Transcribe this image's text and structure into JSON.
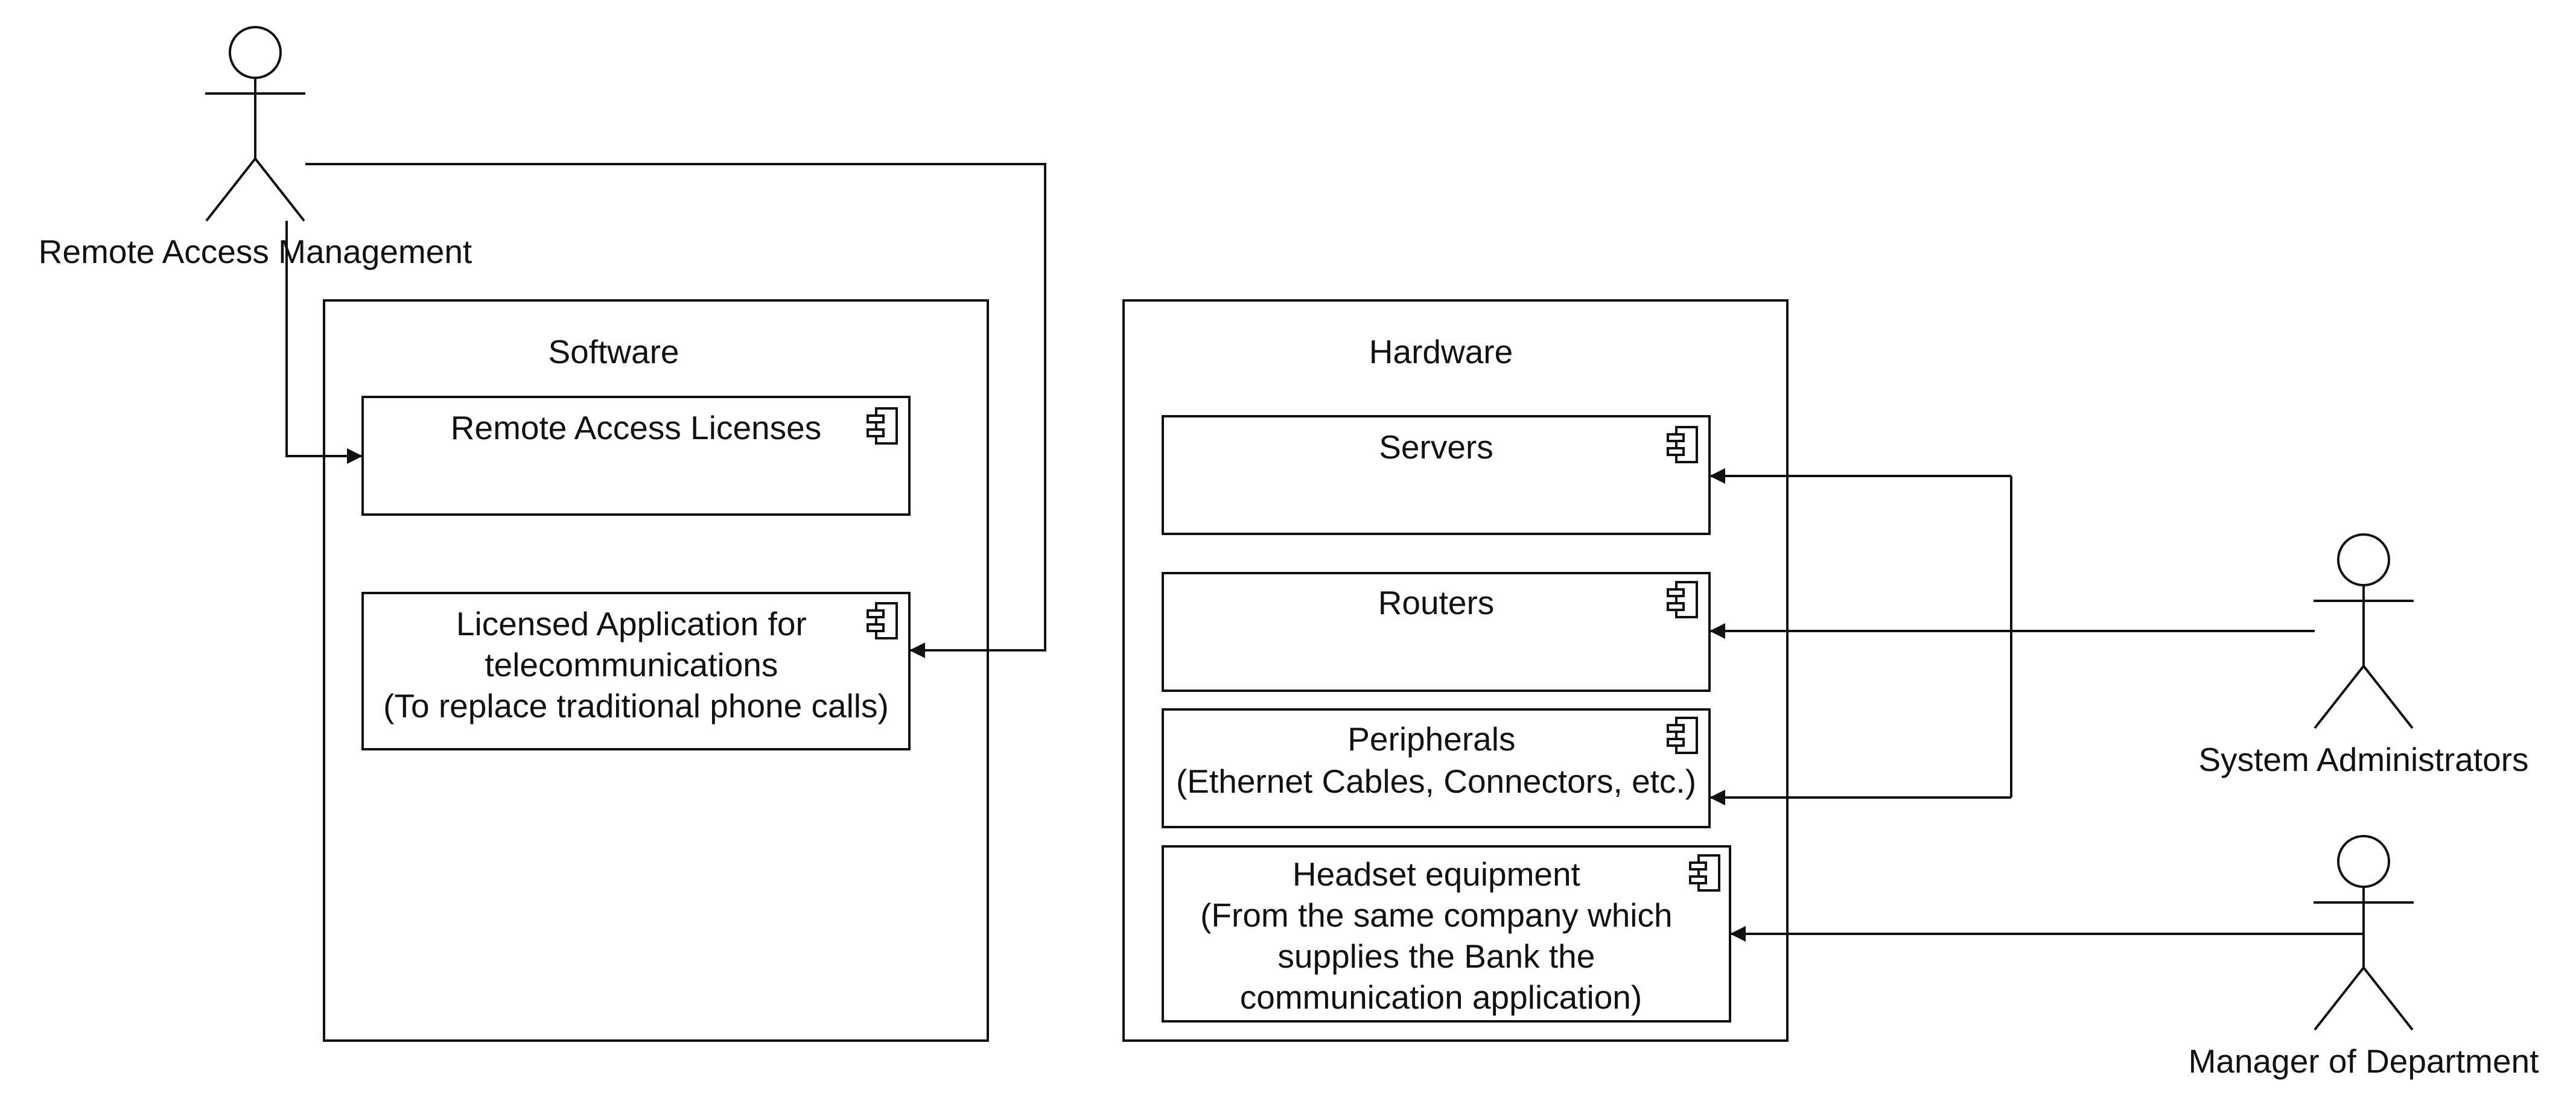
{
  "actors": {
    "remote_access": {
      "label": "Remote Access Management"
    },
    "sysadmins": {
      "label": "System Administrators"
    },
    "manager": {
      "label": "Manager of Department"
    }
  },
  "software": {
    "title": "Software",
    "components": [
      {
        "lines": [
          "Remote Access Licenses"
        ]
      },
      {
        "lines": [
          "Licensed Application for",
          "telecommunications",
          "(To replace traditional phone calls)"
        ]
      }
    ]
  },
  "hardware": {
    "title": "Hardware",
    "components": [
      {
        "lines": [
          "Servers"
        ]
      },
      {
        "lines": [
          "Routers"
        ]
      },
      {
        "lines": [
          "Peripherals",
          "(Ethernet Cables, Connectors, etc.)"
        ]
      },
      {
        "lines": [
          "Headset equipment",
          "(From the same company which",
          "supplies the Bank the",
          "communication application)"
        ]
      }
    ]
  },
  "colors": {
    "stroke": "#111111",
    "background": "#ffffff"
  }
}
